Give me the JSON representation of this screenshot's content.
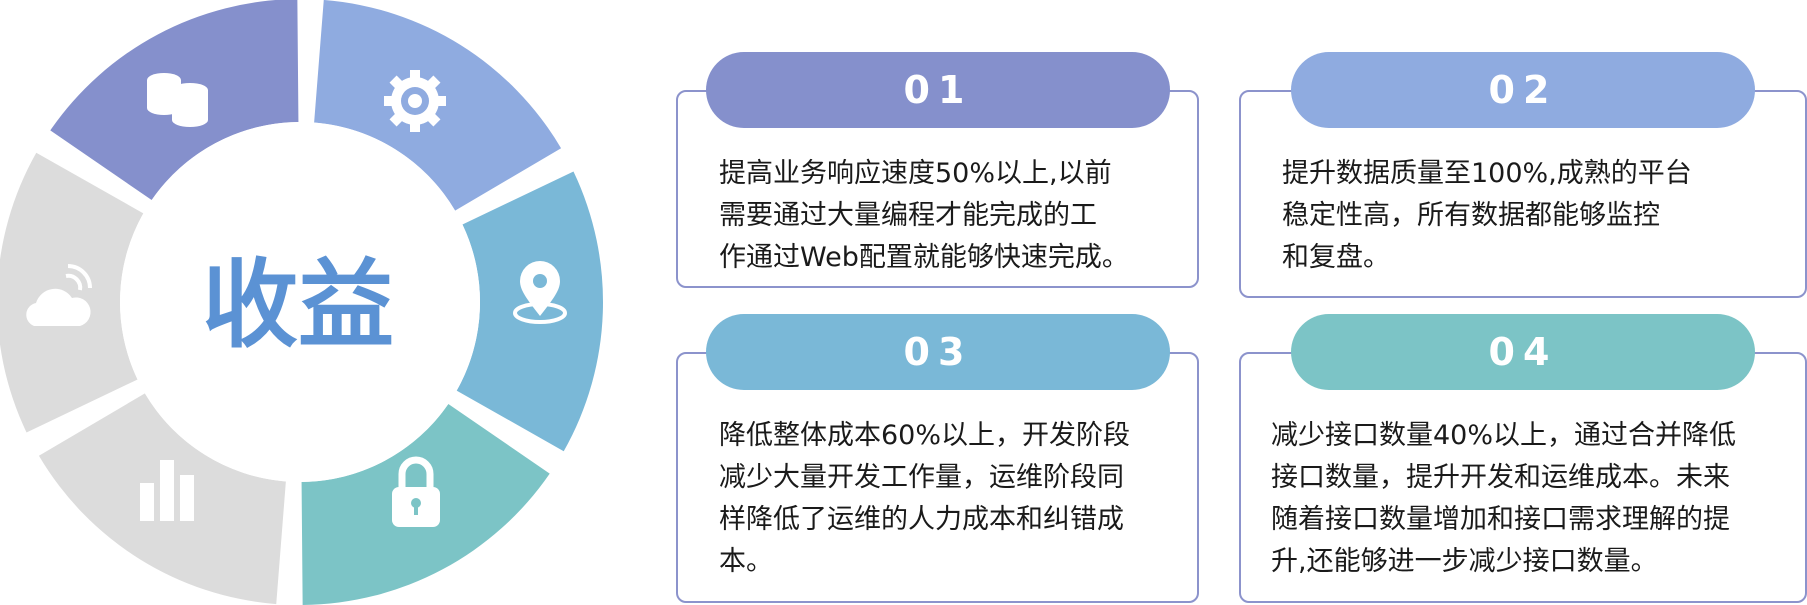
{
  "center_title": "收益",
  "colors": {
    "seg_dollar": "#8590cc",
    "seg_gear": "#8fabe0",
    "seg_pin": "#7ab8d7",
    "seg_lock": "#7cc4c6",
    "seg_gray": "#dcdcdc",
    "center_text": "#5b92d4",
    "card_border": "#8c93cc"
  },
  "segments": [
    {
      "icon": "coins-stack-icon",
      "color": "#8590cc"
    },
    {
      "icon": "gear-icon",
      "color": "#8fabe0"
    },
    {
      "icon": "location-pin-icon",
      "color": "#7ab8d7"
    },
    {
      "icon": "lock-icon",
      "color": "#7cc4c6"
    },
    {
      "icon": "bar-chart-icon",
      "color": "#dcdcdc"
    },
    {
      "icon": "cloud-signal-icon",
      "color": "#dcdcdc"
    }
  ],
  "cards": [
    {
      "num": "01",
      "color": "#8590cc",
      "text": "提高业务响应速度50%以上,以前\n需要通过大量编程才能完成的工\n作通过Web配置就能够快速完成。"
    },
    {
      "num": "02",
      "color": "#8fabe0",
      "text": "提升数据质量至100%,成熟的平台\n稳定性高，所有数据都能够监控\n和复盘。"
    },
    {
      "num": "03",
      "color": "#7ab8d7",
      "text": "降低整体成本60%以上，开发阶段\n减少大量开发工作量，运维阶段同\n样降低了运维的人力成本和纠错成\n本。"
    },
    {
      "num": "04",
      "color": "#7cc4c6",
      "text": "减少接口数量40%以上，通过合并降低\n接口数量，提升开发和运维成本。未来\n随着接口数量增加和接口需求理解的提\n升,还能够进一步减少接口数量。"
    }
  ]
}
